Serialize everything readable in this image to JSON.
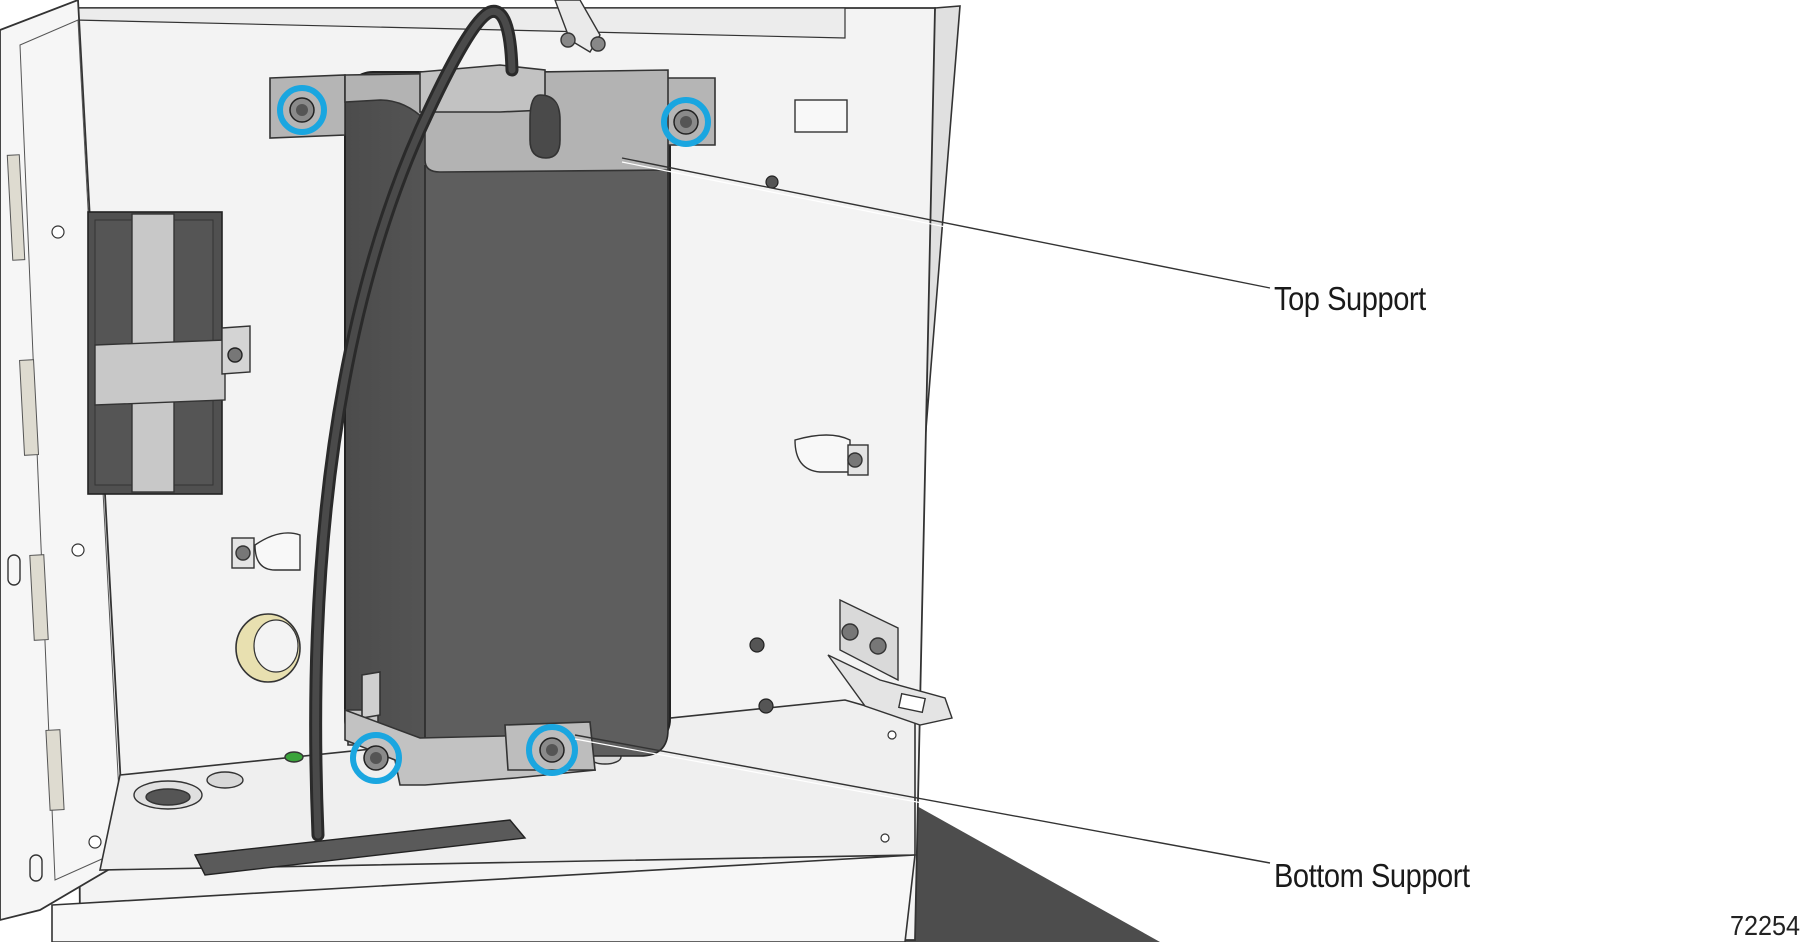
{
  "diagram": {
    "labels": {
      "top_support": "Top Support",
      "bottom_support": "Bottom Support"
    },
    "figure_number": "72254",
    "colors": {
      "highlight_ring": "#1aa6e0",
      "tank_body": "#595959",
      "support_bracket": "#b3b3b3",
      "panel": "#f2f2f2",
      "outline": "#333333",
      "hose": "#3a3a3a",
      "floor": "#4d4d4d"
    },
    "fasteners_highlighted": 4
  }
}
